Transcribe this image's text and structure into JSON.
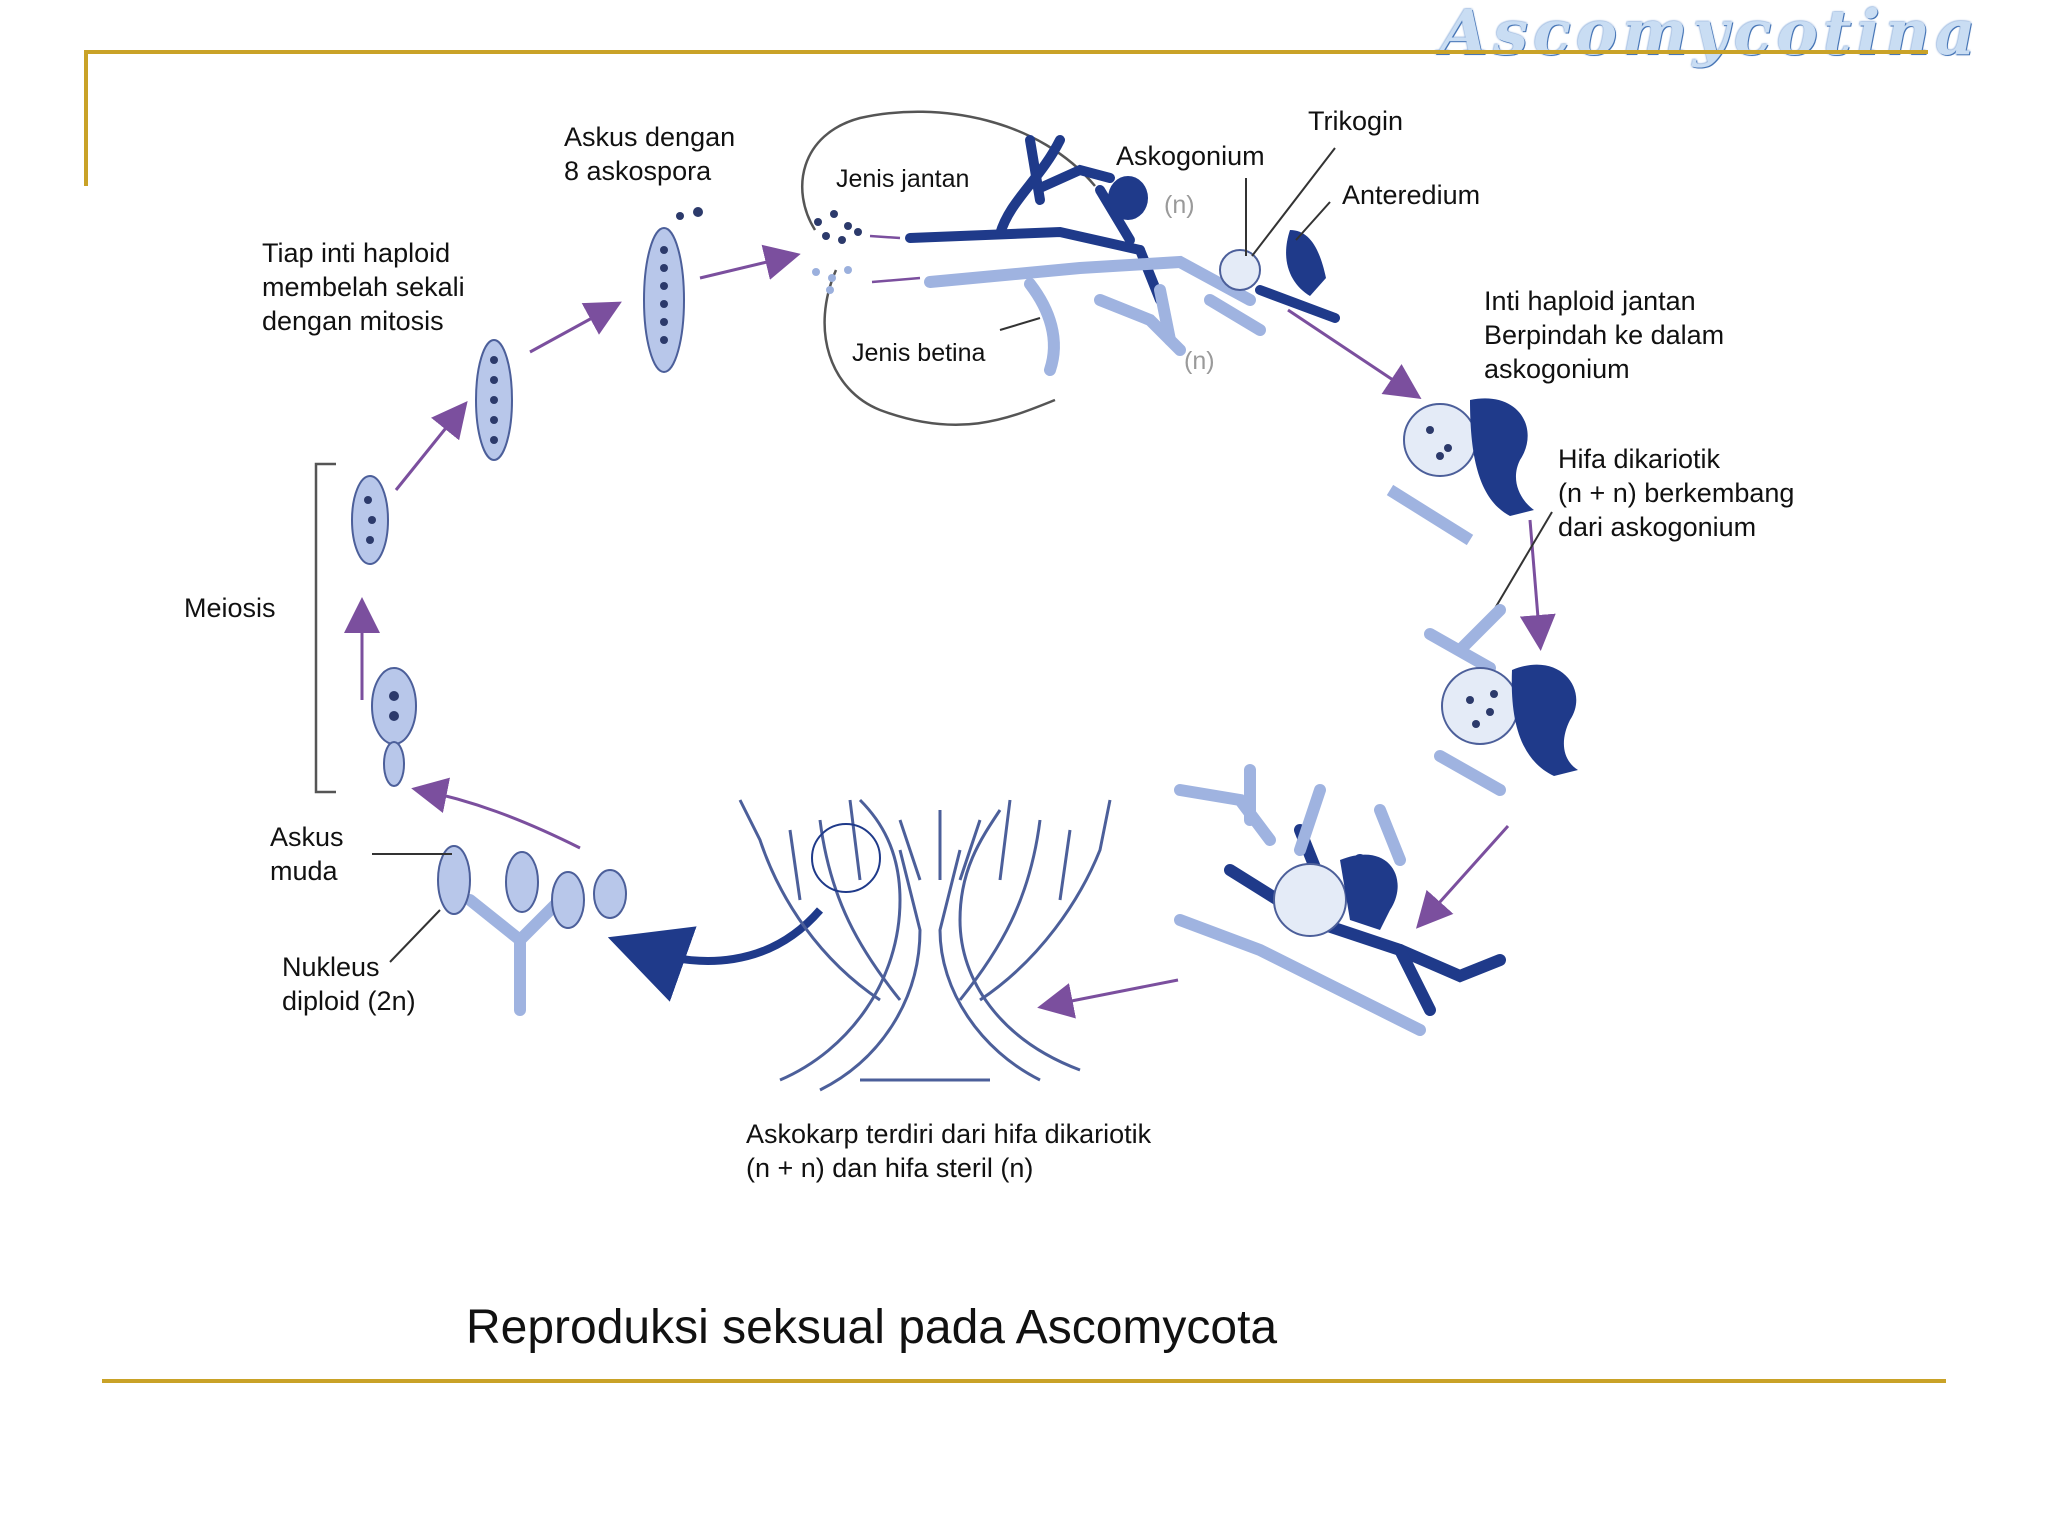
{
  "header": {
    "brand": "Ascomycotina"
  },
  "labels": {
    "askus_8": [
      "Askus dengan",
      "8 askospora"
    ],
    "jenis_jantan": "Jenis jantan",
    "jenis_betina": "Jenis betina",
    "askogonium": "Askogonium",
    "trikogin": "Trikogin",
    "anteredium": "Anteredium",
    "n_top": "(n)",
    "n_bottom": "(n)",
    "inti_haploid": [
      "Inti haploid jantan",
      "Berpindah ke dalam",
      "askogonium"
    ],
    "hifa_dikariotik": [
      "Hifa dikariotik",
      "(n + n) berkembang",
      "dari askogonium"
    ],
    "tiap_inti": [
      "Tiap inti haploid",
      "membelah sekali",
      "dengan mitosis"
    ],
    "meiosis": "Meiosis",
    "askus_muda": [
      "Askus",
      "muda"
    ],
    "nukleus": [
      "Nukleus",
      "diploid (2n)"
    ],
    "askokarp": [
      "Askokarp terdiri dari hifa dikariotik",
      "(n + n) dan hifa steril (n)"
    ]
  },
  "caption": "Reproduksi seksual pada Ascomycota",
  "colors": {
    "accent_rule": "#c9a227",
    "hypha_dark": "#1f3a8a",
    "hypha_light": "#b8c7ea",
    "arrow": "#7b4f9e"
  }
}
